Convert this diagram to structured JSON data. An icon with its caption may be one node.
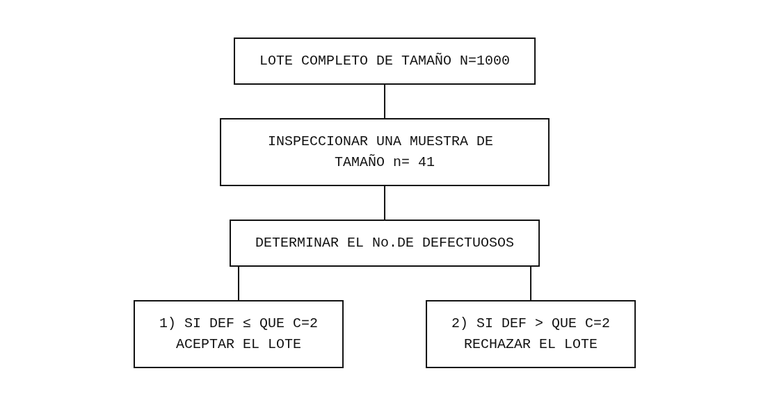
{
  "diagram": {
    "nodes": [
      {
        "text": [
          "LOTE COMPLETO DE TAMAÑO N=1000"
        ]
      },
      {
        "text": [
          "INSPECCIONAR UNA MUESTRA DE TAMAÑO n= 41"
        ]
      },
      {
        "text": [
          "DETERMINAR EL No.DE DEFECTUOSOS"
        ]
      },
      {
        "text": [
          "1) SI DEF ≤ QUE C=2",
          "ACEPTAR EL LOTE"
        ]
      },
      {
        "text": [
          "2) SI DEF > QUE C=2",
          "RECHAZAR EL LOTE"
        ]
      }
    ],
    "edges": [
      {
        "from": 0,
        "to": 1,
        "arrow": "none"
      },
      {
        "from": 1,
        "to": 2,
        "arrow": "none"
      },
      {
        "from": 2,
        "to": 3,
        "arrow": "none"
      },
      {
        "from": 2,
        "to": 4,
        "arrow": "none"
      }
    ]
  }
}
